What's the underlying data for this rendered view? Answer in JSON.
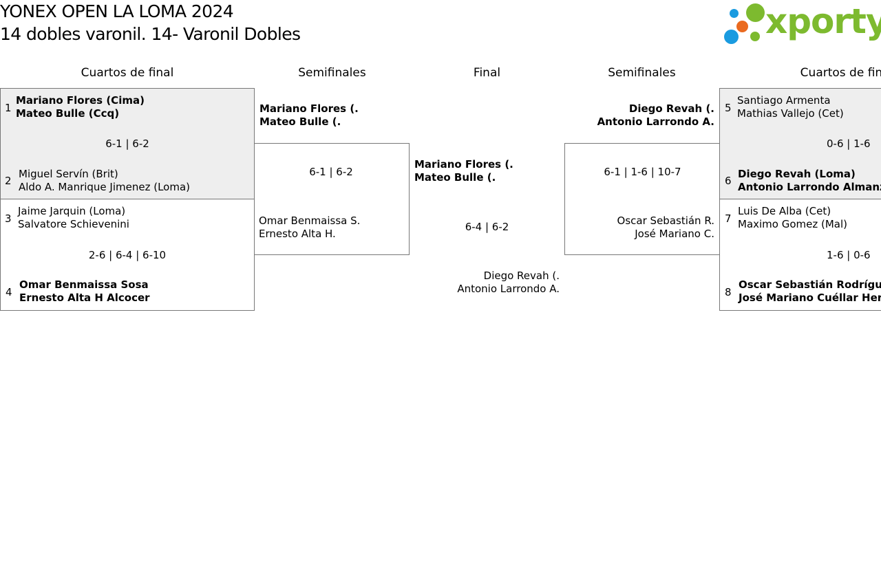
{
  "header": {
    "title_line1": "YONEX OPEN LA LOMA 2024",
    "title_line2": "14 dobles varonil. 14- Varonil Dobles",
    "logo_text": "xporty",
    "logo_colors": {
      "green": "#7dba2f",
      "blue": "#1a9be0",
      "orange": "#ea6a1f"
    }
  },
  "rounds": {
    "left_qf": "Cuartos de final",
    "left_sf": "Semifinales",
    "final": "Final",
    "right_sf": "Semifinales",
    "right_qf": "Cuartos de final"
  },
  "left_qf": [
    {
      "top": {
        "seed": "1",
        "p1": "Mariano Flores (Cima)",
        "p2": "Mateo Bulle (Ccq)",
        "winner": true
      },
      "score": "6-1 | 6-2",
      "bottom": {
        "seed": "2",
        "p1": "Miguel Servín (Brit)",
        "p2": "Aldo A. Manrique Jimenez (Loma)",
        "winner": false
      }
    },
    {
      "top": {
        "seed": "3",
        "p1": "Jaime Jarquin (Loma)",
        "p2": "Salvatore Schievenini",
        "winner": false
      },
      "score": "2-6 | 6-4 | 6-10",
      "bottom": {
        "seed": "4",
        "p1": "Omar Benmaissa Sosa",
        "p2": "Ernesto Alta H Alcocer",
        "winner": true
      }
    }
  ],
  "left_sf": {
    "top": {
      "p1": "Mariano Flores (.",
      "p2": "Mateo Bulle (.",
      "winner": true
    },
    "score": "6-1 | 6-2",
    "bottom": {
      "p1": "Omar Benmaissa S.",
      "p2": "Ernesto Alta H.",
      "winner": false
    }
  },
  "final": {
    "top": {
      "p1": "Mariano Flores (.",
      "p2": "Mateo Bulle (.",
      "winner": true
    },
    "score": "6-4 | 6-2",
    "bottom": {
      "p1": "Diego Revah (.",
      "p2": "Antonio Larrondo A.",
      "winner": false
    }
  },
  "right_sf": {
    "top": {
      "p1": "Diego Revah (.",
      "p2": "Antonio Larrondo A.",
      "winner": true
    },
    "score": "6-1 | 1-6 | 10-7",
    "bottom": {
      "p1": "Oscar Sebastián R.",
      "p2": "José Mariano C.",
      "winner": false
    }
  },
  "right_qf": [
    {
      "top": {
        "seed": "5",
        "p1": "Santiago Armenta",
        "p2": "Mathias Vallejo (Cet)",
        "winner": false
      },
      "score": "0-6 | 1-6",
      "bottom": {
        "seed": "6",
        "p1": "Diego Revah (Loma)",
        "p2": "Antonio Larrondo Almanza",
        "winner": true
      }
    },
    {
      "top": {
        "seed": "7",
        "p1": "Luis De Alba (Cet)",
        "p2": "Maximo Gomez (Mal)",
        "winner": false
      },
      "score": "1-6 | 0-6",
      "bottom": {
        "seed": "8",
        "p1": "Oscar Sebastián Rodríguez",
        "p2": "José Mariano Cuéllar Hernández",
        "winner": true
      }
    }
  ]
}
